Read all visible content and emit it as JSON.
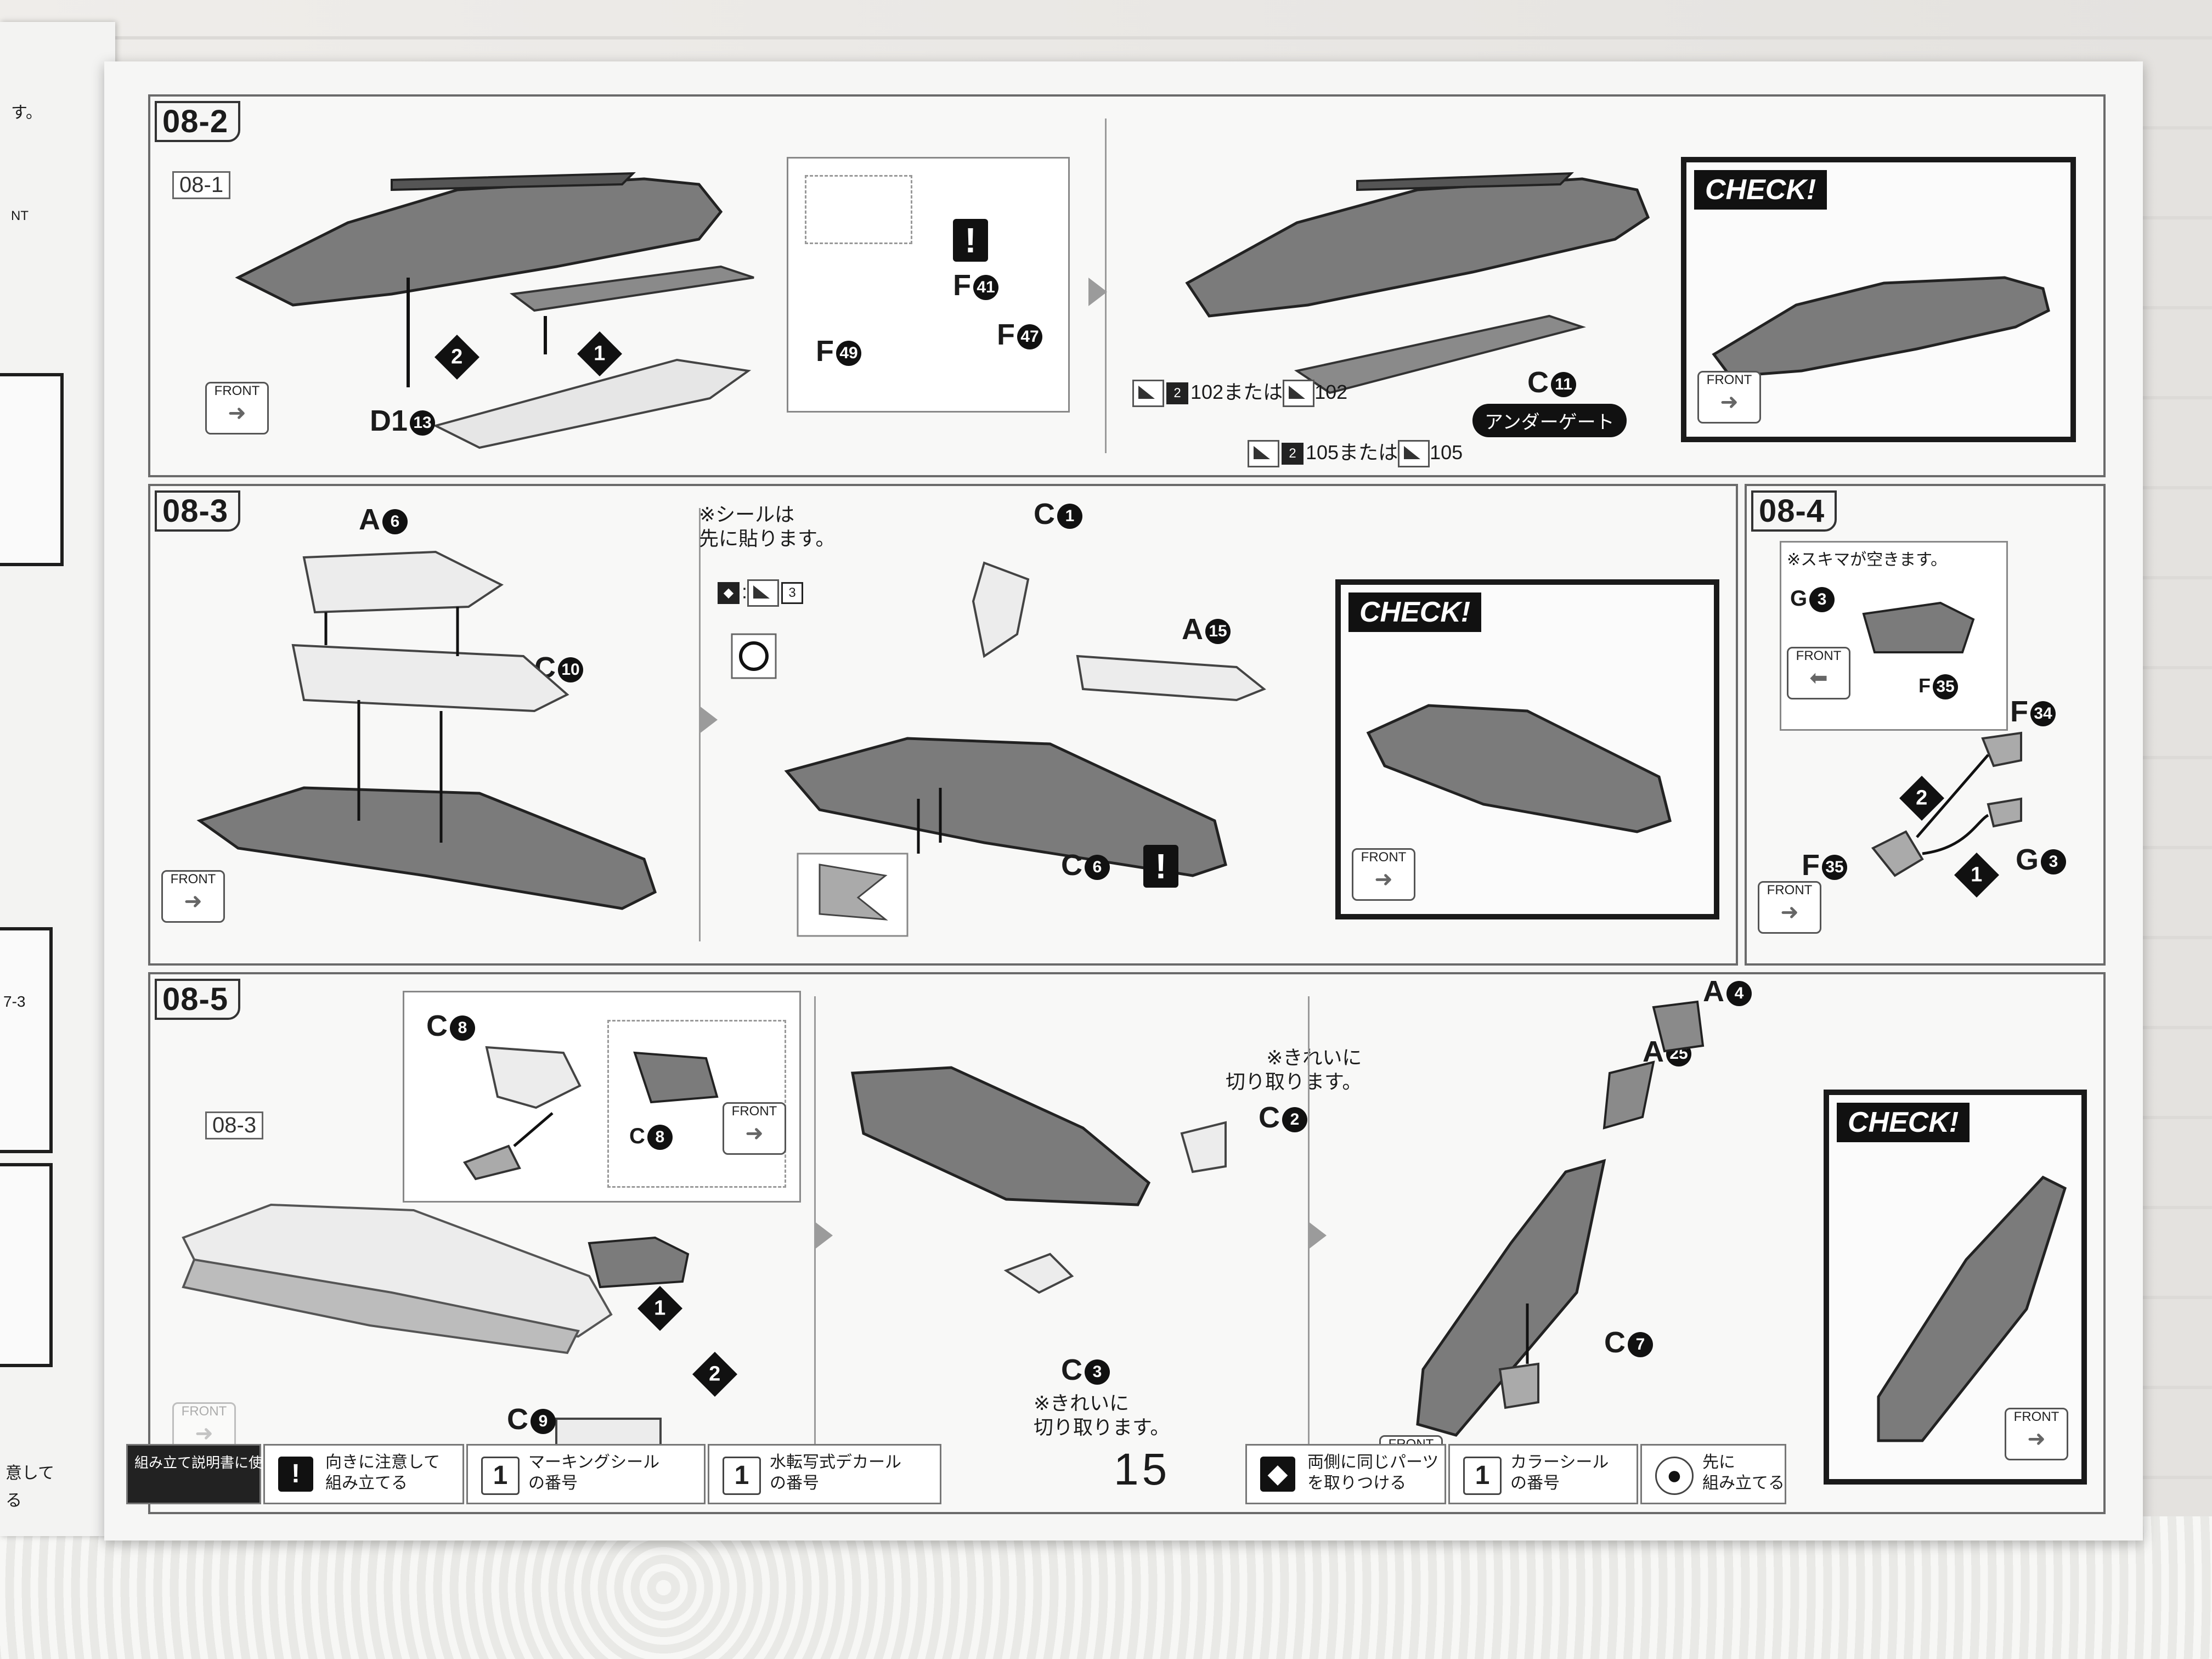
{
  "left_page": {
    "fragments": [
      "す。",
      "NT",
      "7-3",
      "意して",
      "る"
    ]
  },
  "steps": {
    "s08_2": {
      "label": "08-2",
      "ref": "08-1",
      "parts": {
        "d1": "D1",
        "d1_num": "13",
        "f41": "F",
        "f41_num": "41",
        "f49": "F",
        "f49_num": "49",
        "f47": "F",
        "f47_num": "47",
        "c11": "C",
        "c11_num": "11"
      },
      "order": [
        "2",
        "1"
      ],
      "badge": "アンダーゲート",
      "sticker_a": {
        "num": "2",
        "a": "102",
        "mid": "または",
        "b": "102"
      },
      "sticker_b": {
        "num": "2",
        "a": "105",
        "mid": "または",
        "b": "105"
      },
      "check": "CHECK!",
      "front": "FRONT"
    },
    "s08_3": {
      "label": "08-3",
      "parts": {
        "a6": "A",
        "a6_num": "6",
        "c10": "C",
        "c10_num": "10",
        "c1": "C",
        "c1_num": "1",
        "a15": "A",
        "a15_num": "15",
        "c6": "C",
        "c6_num": "6"
      },
      "note": "※シールは\n先に貼ります。",
      "sticker": "3",
      "check": "CHECK!",
      "front": "FRONT"
    },
    "s08_4": {
      "label": "08-4",
      "note": "※スキマが空きます。",
      "parts": {
        "g3a": "G",
        "g3a_num": "3",
        "f35a": "F",
        "f35a_num": "35",
        "f34": "F",
        "f34_num": "34",
        "f35": "F",
        "f35_num": "35",
        "g3": "G",
        "g3_num": "3"
      },
      "order": [
        "2",
        "1"
      ],
      "front": "FRONT"
    },
    "s08_5": {
      "label": "08-5",
      "ref": "08-3",
      "parts": {
        "c8": "C",
        "c8_num": "8",
        "c8b": "C",
        "c8b_num": "8",
        "c9": "C",
        "c9_num": "9",
        "c2": "C",
        "c2_num": "2",
        "c3": "C",
        "c3_num": "3",
        "a4": "A",
        "a4_num": "4",
        "a25": "A",
        "a25_num": "25",
        "c7": "C",
        "c7_num": "7"
      },
      "order": [
        "1",
        "2"
      ],
      "note_c2": "※きれいに\n切り取ります。",
      "note_c3": "※きれいに\n切り取ります。",
      "check": "CHECK!",
      "front": "FRONT"
    }
  },
  "legend": {
    "title": "組み立て説明書に使用されているアイコン",
    "items": [
      {
        "icon": "!",
        "text": "向きに注意して\n組み立てる"
      },
      {
        "icon": "1",
        "text": "マーキングシール\nの番号"
      },
      {
        "icon": "1",
        "text": "水転写式デカール\nの番号"
      }
    ],
    "page": "15",
    "right_items": [
      {
        "icon": "◆",
        "text": "両側に同じパーツ\nを取りつける"
      },
      {
        "icon": "1",
        "text": "カラーシール\nの番号"
      },
      {
        "icon": "●",
        "text": "先に\n組み立てる"
      }
    ]
  },
  "colors": {
    "ink": "#1b1b1b",
    "paper": "#f6f6f5",
    "gray_part": "#7b7b7b",
    "check_frame": "#1a1a1a"
  }
}
